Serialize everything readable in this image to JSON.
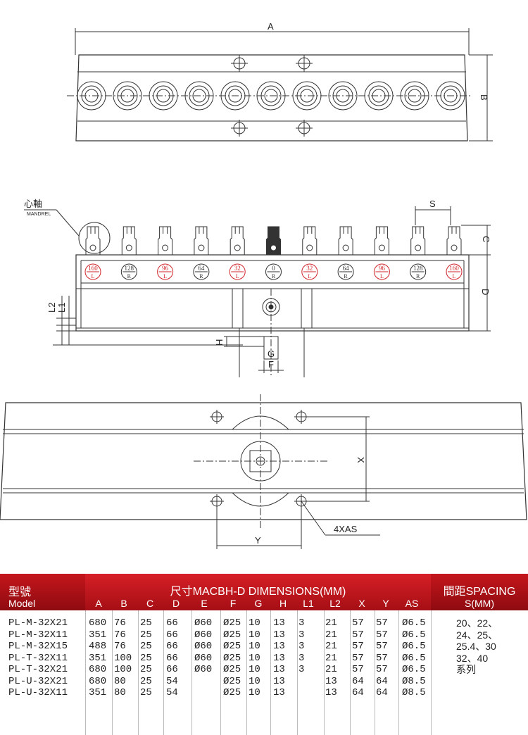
{
  "drawing": {
    "top_view_labels": {
      "a": "A",
      "b": "B"
    },
    "side_view_labels": {
      "mandrel_zh": "心軸",
      "mandrel_en": "MANDREL",
      "s": "S",
      "c": "C",
      "d": "D",
      "l1": "L1",
      "l2": "L2",
      "h": "H",
      "g": "G",
      "f": "F"
    },
    "side_markers": [
      {
        "num": "160",
        "sub": "L",
        "red": true
      },
      {
        "num": "128",
        "sub": "R",
        "red": false
      },
      {
        "num": "96",
        "sub": "L",
        "red": true
      },
      {
        "num": "64",
        "sub": "R",
        "red": false
      },
      {
        "num": "32",
        "sub": "L",
        "red": true
      },
      {
        "num": "0",
        "sub": "R",
        "red": false
      },
      {
        "num": "32",
        "sub": "L",
        "red": true
      },
      {
        "num": "64",
        "sub": "R",
        "red": false
      },
      {
        "num": "96",
        "sub": "L",
        "red": true
      },
      {
        "num": "128",
        "sub": "R",
        "red": false
      },
      {
        "num": "160",
        "sub": "L",
        "red": true
      }
    ],
    "bottom_view_labels": {
      "x": "X",
      "y": "Y",
      "as": "4XAS"
    }
  },
  "table": {
    "header_model_zh": "型號",
    "header_model_en": "Model",
    "header_dims_title": "尺寸MACBH-D DIMENSIONS(MM)",
    "header_spacing_zh": "間距SPACING",
    "header_spacing_en": "S(MM)",
    "columns": [
      "A",
      "B",
      "C",
      "D",
      "E",
      "F",
      "G",
      "H",
      "L1",
      "L2",
      "X",
      "Y",
      "AS"
    ],
    "rows": [
      {
        "model": "PL-M-32X21",
        "values": [
          "680",
          "76",
          "25",
          "66",
          "Ø60",
          "Ø25",
          "10",
          "13",
          "3",
          "21",
          "57",
          "57",
          "Ø6.5"
        ]
      },
      {
        "model": "PL-M-32X11",
        "values": [
          "351",
          "76",
          "25",
          "66",
          "Ø60",
          "Ø25",
          "10",
          "13",
          "3",
          "21",
          "57",
          "57",
          "Ø6.5"
        ]
      },
      {
        "model": "PL-M-32X15",
        "values": [
          "488",
          "76",
          "25",
          "66",
          "Ø60",
          "Ø25",
          "10",
          "13",
          "3",
          "21",
          "57",
          "57",
          "Ø6.5"
        ]
      },
      {
        "model": "PL-T-32X11",
        "values": [
          "351",
          "100",
          "25",
          "66",
          "Ø60",
          "Ø25",
          "10",
          "13",
          "3",
          "21",
          "57",
          "57",
          "Ø6.5"
        ]
      },
      {
        "model": "PL-T-32X21",
        "values": [
          "680",
          "100",
          "25",
          "66",
          "Ø60",
          "Ø25",
          "10",
          "13",
          "3",
          "21",
          "57",
          "57",
          "Ø6.5"
        ]
      },
      {
        "model": "PL-U-32X21",
        "values": [
          "680",
          "80",
          "25",
          "54",
          "",
          "Ø25",
          "10",
          "13",
          "",
          "13",
          "64",
          "64",
          "Ø8.5"
        ]
      },
      {
        "model": "PL-U-32X11",
        "values": [
          "351",
          "80",
          "25",
          "54",
          "",
          "Ø25",
          "10",
          "13",
          "",
          "13",
          "64",
          "64",
          "Ø8.5"
        ]
      }
    ],
    "spacing_lines": [
      "20、22、",
      "24、25、",
      "25.4、30",
      "32、40",
      "系列"
    ]
  }
}
